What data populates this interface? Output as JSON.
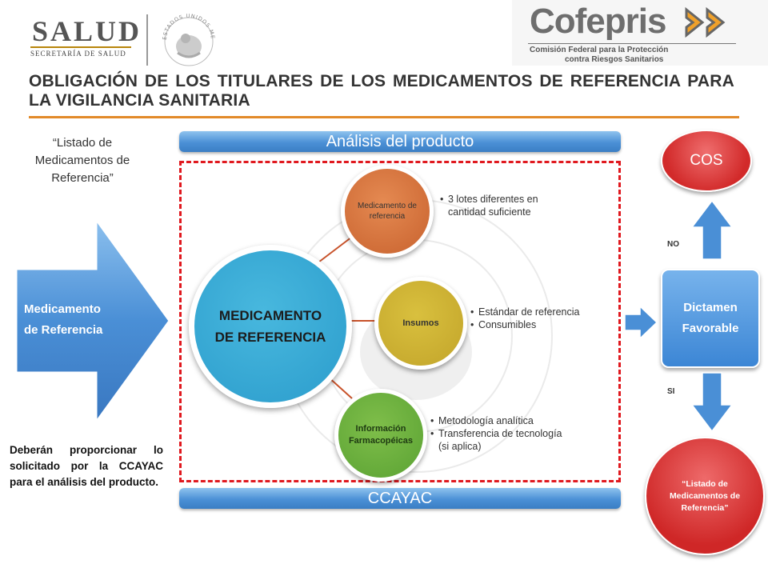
{
  "header": {
    "salud_title": "SALUD",
    "salud_subtitle": "SECRETARÍA DE SALUD",
    "seal_text": "ESTADOS UNIDOS MEXICANOS",
    "cofepris_title": "Cofepris",
    "cofepris_subtitle_1": "Comisión Federal para la Protección",
    "cofepris_subtitle_2": "contra Riesgos Sanitarios"
  },
  "title": "OBLIGACIÓN DE LOS TITULARES DE LOS MEDICAMENTOS DE REFERENCIA PARA LA VIGILANCIA SANITARIA",
  "left": {
    "listado_quote": "“Listado de Medicamentos de Referencia”",
    "arrow_label_1": "Medicamento",
    "arrow_label_2": "de Referencia",
    "note": "Deberán proporcionar lo solicitado por la CCAYAC para el análisis del producto."
  },
  "bars": {
    "top": "Análisis del producto",
    "bottom": "CCAYAC"
  },
  "diagram": {
    "center_line1": "MEDICAMENTO",
    "center_line2": "DE REFERENCIA",
    "nodes": [
      {
        "label": "Medicamento de referencia",
        "color": "#d2703a",
        "bullets": [
          "3 lotes diferentes en cantidad suficiente"
        ]
      },
      {
        "label": "Insumos",
        "color": "#cdb236",
        "bullets": [
          "Estándar de referencia",
          "Consumibles"
        ]
      },
      {
        "label": "Información Farmacopéicas",
        "color": "#6bb03d",
        "bullets": [
          "Metodología analítica",
          "Transferencia de tecnología (si aplica)"
        ]
      }
    ]
  },
  "right": {
    "cos": "COS",
    "no_label": "NO",
    "dictamen_1": "Dictamen",
    "dictamen_2": "Favorable",
    "si_label": "SI",
    "listado": "“Listado de Medicamentos de Referencia”"
  },
  "colors": {
    "title_rule": "#e28a2a",
    "accent_blue": "#4b90d6",
    "dashed_red": "#e0191f",
    "red_circle": "#d22a2a",
    "center_circle": "#2b9ccc"
  }
}
